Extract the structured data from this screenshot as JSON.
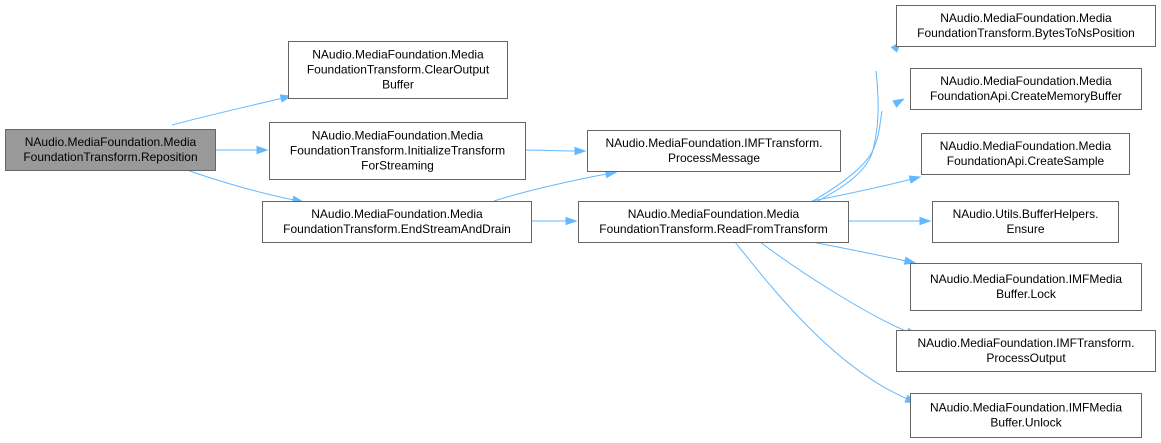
{
  "graph": {
    "nodes": [
      {
        "id": "root",
        "lines": [
          "NAudio.MediaFoundation.Media",
          "FoundationTransform.Reposition"
        ],
        "root": true
      },
      {
        "id": "clear",
        "lines": [
          "NAudio.MediaFoundation.Media",
          "FoundationTransform.ClearOutput",
          "Buffer"
        ]
      },
      {
        "id": "init",
        "lines": [
          "NAudio.MediaFoundation.Media",
          "FoundationTransform.InitializeTransform",
          "ForStreaming"
        ]
      },
      {
        "id": "drain",
        "lines": [
          "NAudio.MediaFoundation.Media",
          "FoundationTransform.EndStreamAndDrain"
        ]
      },
      {
        "id": "procmsg",
        "lines": [
          "NAudio.MediaFoundation.IMFTransform.",
          "ProcessMessage"
        ]
      },
      {
        "id": "read",
        "lines": [
          "NAudio.MediaFoundation.Media",
          "FoundationTransform.ReadFromTransform"
        ]
      },
      {
        "id": "bytes",
        "lines": [
          "NAudio.MediaFoundation.Media",
          "FoundationTransform.BytesToNsPosition"
        ]
      },
      {
        "id": "creatememory",
        "lines": [
          "NAudio.MediaFoundation.Media",
          "FoundationApi.CreateMemoryBuffer"
        ]
      },
      {
        "id": "createsample",
        "lines": [
          "NAudio.MediaFoundation.Media",
          "FoundationApi.CreateSample"
        ]
      },
      {
        "id": "ensure",
        "lines": [
          "NAudio.Utils.BufferHelpers.",
          "Ensure"
        ]
      },
      {
        "id": "lock",
        "lines": [
          "NAudio.MediaFoundation.IMFMedia",
          "Buffer.Lock"
        ]
      },
      {
        "id": "procout",
        "lines": [
          "NAudio.MediaFoundation.IMFTransform.",
          "ProcessOutput"
        ]
      },
      {
        "id": "unlock",
        "lines": [
          "NAudio.MediaFoundation.IMFMedia",
          "Buffer.Unlock"
        ]
      }
    ],
    "edges": [
      {
        "from": "root",
        "to": "clear"
      },
      {
        "from": "root",
        "to": "init"
      },
      {
        "from": "root",
        "to": "drain"
      },
      {
        "from": "init",
        "to": "procmsg"
      },
      {
        "from": "drain",
        "to": "procmsg"
      },
      {
        "from": "drain",
        "to": "read"
      },
      {
        "from": "read",
        "to": "bytes"
      },
      {
        "from": "read",
        "to": "creatememory"
      },
      {
        "from": "read",
        "to": "createsample"
      },
      {
        "from": "read",
        "to": "ensure"
      },
      {
        "from": "read",
        "to": "lock"
      },
      {
        "from": "read",
        "to": "procout"
      },
      {
        "from": "read",
        "to": "unlock"
      }
    ],
    "colors": {
      "edge": "#63b8ff",
      "root_fill": "#999999",
      "border": "#666666"
    }
  }
}
